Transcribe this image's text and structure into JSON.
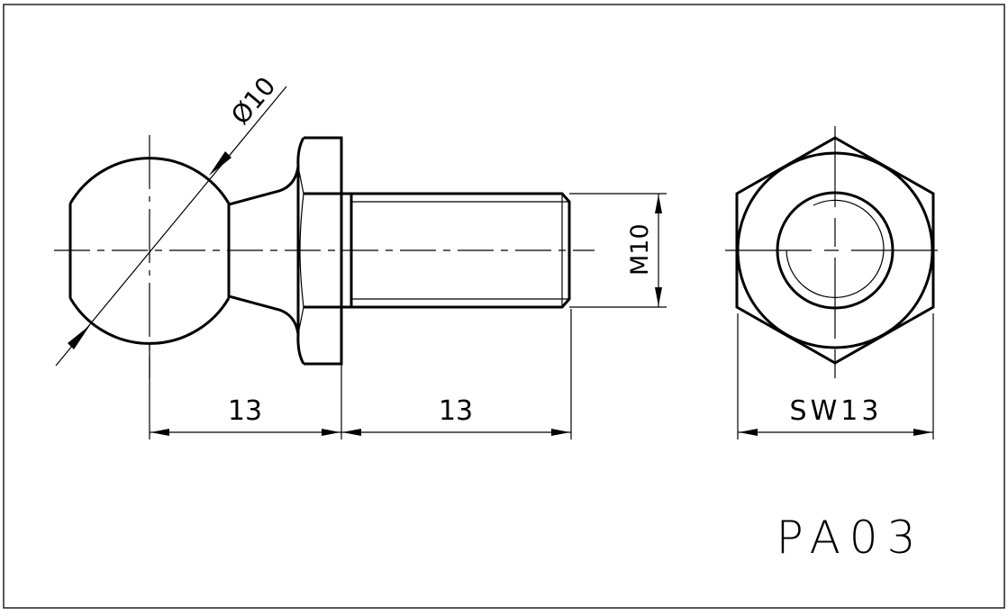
{
  "drawing": {
    "part_id": "PA03",
    "part_type": "ball stud with hex head",
    "views": [
      "side-view",
      "end-view"
    ],
    "dimensions": {
      "ball_diameter": "Ø10",
      "thread": "M10",
      "ball_to_head_length": "13",
      "thread_length": "13",
      "hex_width_across_flats": "SW13"
    },
    "colors": {
      "line": "#000000",
      "background": "#ffffff",
      "frame": "#222222"
    }
  }
}
